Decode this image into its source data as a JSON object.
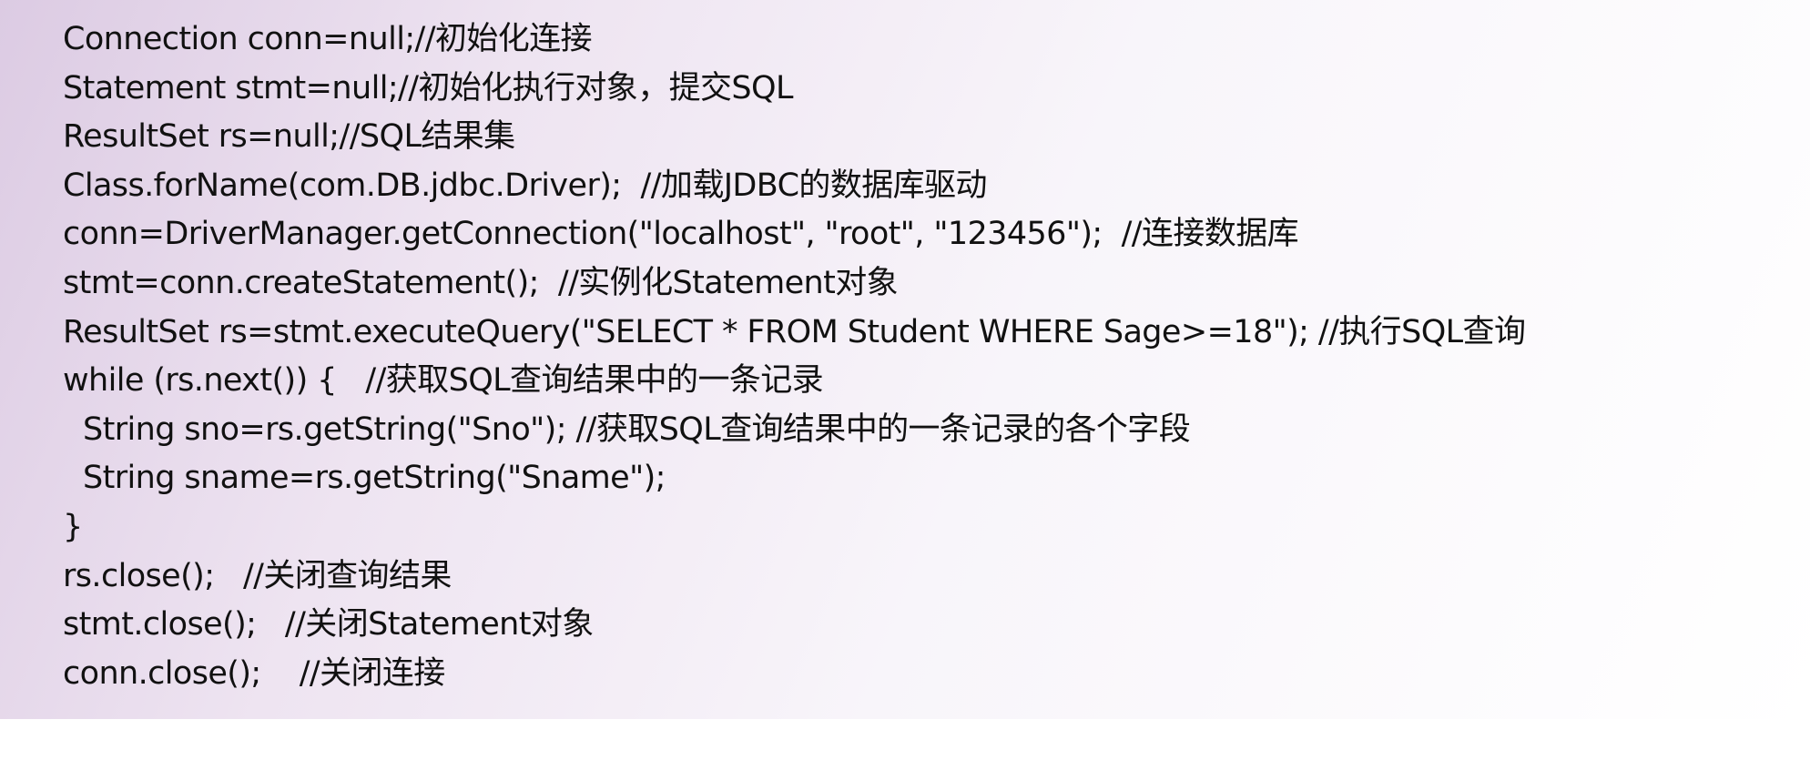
{
  "code_lines": [
    "Connection conn=null;//初始化连接",
    "Statement stmt=null;//初始化执行对象，提交SQL",
    "ResultSet rs=null;//SQL结果集",
    "Class.forName(com.DB.jdbc.Driver);  //加载JDBC的数据库驱动",
    "conn=DriverManager.getConnection(\"localhost\", \"root\", \"123456\");  //连接数据库",
    "stmt=conn.createStatement();  //实例化Statement对象",
    "ResultSet rs=stmt.executeQuery(\"SELECT * FROM Student WHERE Sage>=18\"); //执行SQL查询",
    "while (rs.next()) {   //获取SQL查询结果中的一条记录",
    "String sno=rs.getString(\"Sno\"); //获取SQL查询结果中的一条记录的各个字段",
    "String sname=rs.getString(\"Sname\");",
    "}",
    "rs.close();   //关闭查询结果",
    "stmt.close();   //关闭Statement对象",
    "conn.close();    //关闭连接"
  ]
}
